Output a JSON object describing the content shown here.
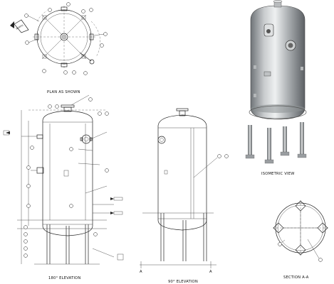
{
  "views": {
    "plan": "PLAN AS SHOWN",
    "elevation_180": "180° ELEVATION",
    "elevation_90": "90° ELEVATION",
    "isometric": "ISOMETRIC VIEW",
    "section": "SECTION A-A"
  },
  "marks": {
    "north": "NORTH",
    "section_cut_left": "A",
    "section_cut_right": "A"
  }
}
